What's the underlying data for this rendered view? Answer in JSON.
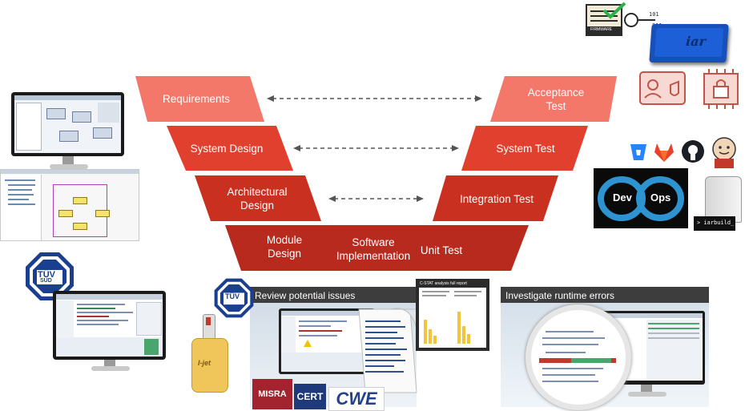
{
  "v_model": {
    "left": {
      "requirements": "Requirements",
      "system_design": "System Design",
      "architectural_design": "Architectural Design",
      "module_design": "Module Design"
    },
    "bottom": {
      "software_implementation": "Software Implementation"
    },
    "right": {
      "acceptance_test": "Acceptance Test",
      "system_test": "System Test",
      "integration_test": "Integration Test",
      "unit_test": "Unit Test"
    },
    "colors": {
      "level1": "#f3786a",
      "level2": "#e2402e",
      "level3": "#c9301f",
      "level4": "#b82a1e"
    }
  },
  "panels": {
    "review_title": "Review potential issues",
    "runtime_title": "Investigate runtime errors",
    "cstat_report_title": "C-STAT analysis full report"
  },
  "badges": {
    "tuv_text": "TÜV",
    "tuv_sub": "SÜD",
    "misra": "MISRA",
    "cert": "CERT",
    "cwe": "CWE",
    "firmware_text": "FIRMWARE",
    "iarbuild_text": "> iarbuild_",
    "devops_dev": "Dev",
    "devops_ops": "Ops",
    "ijet_label": "I-jet"
  }
}
